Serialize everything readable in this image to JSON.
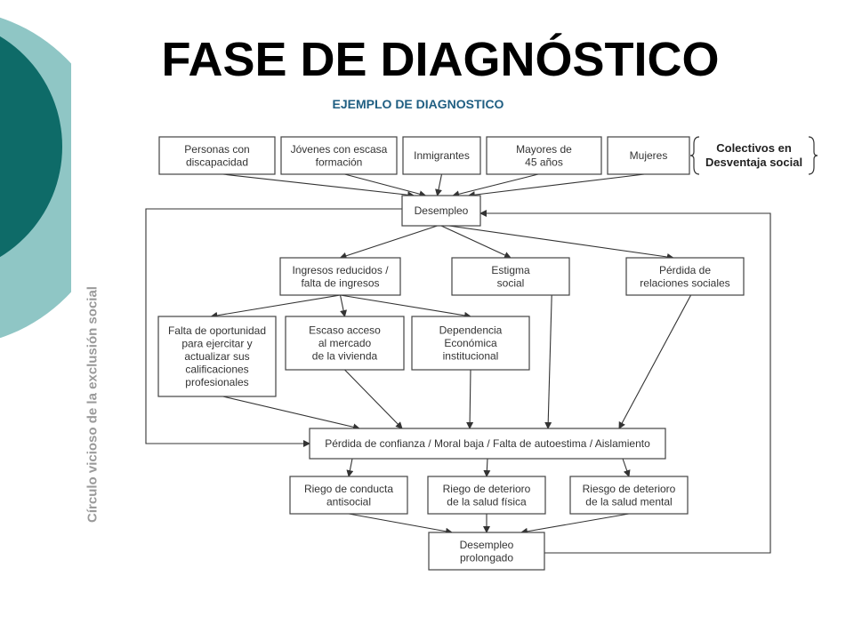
{
  "slide": {
    "title": "FASE DE DIAGNÓSTICO",
    "subtitle": "EJEMPLO  DE DIAGNOSTICO",
    "side_label": "Círculo vicioso de la exclusión social",
    "colors": {
      "teal_dark": "#0e6b68",
      "teal_light": "#8fc6c5",
      "subtitle": "#1f5e82",
      "side_label": "#9a9a9a"
    }
  },
  "diagram": {
    "brace_label": [
      "Colectivos en",
      "Desventaja social"
    ],
    "nodes": [
      {
        "id": "discapacidad",
        "lines": [
          "Personas con",
          "discapacidad"
        ]
      },
      {
        "id": "jovenes",
        "lines": [
          "Jóvenes con escasa",
          "formación"
        ]
      },
      {
        "id": "inmigrantes",
        "lines": [
          "Inmigrantes"
        ]
      },
      {
        "id": "mayores",
        "lines": [
          "Mayores de",
          "45 años"
        ]
      },
      {
        "id": "mujeres",
        "lines": [
          "Mujeres"
        ]
      },
      {
        "id": "desempleo",
        "lines": [
          "Desempleo"
        ]
      },
      {
        "id": "ingresos",
        "lines": [
          "Ingresos reducidos /",
          "falta de ingresos"
        ]
      },
      {
        "id": "estigma",
        "lines": [
          "Estigma",
          "social"
        ]
      },
      {
        "id": "perdida_rel",
        "lines": [
          "Pérdida de",
          "relaciones sociales"
        ]
      },
      {
        "id": "oportunidad",
        "lines": [
          "Falta de oportunidad",
          "para ejercitar y",
          "actualizar sus",
          "calificaciones",
          "profesionales"
        ]
      },
      {
        "id": "vivienda",
        "lines": [
          "Escaso acceso",
          "al mercado",
          "de la vivienda"
        ]
      },
      {
        "id": "dependencia",
        "lines": [
          "Dependencia",
          "Económica",
          "institucional"
        ]
      },
      {
        "id": "confianza",
        "lines": [
          "Pérdida de confianza / Moral baja / Falta de autoestima / Aislamiento"
        ]
      },
      {
        "id": "antisocial",
        "lines": [
          "Riego de conducta",
          "antisocial"
        ]
      },
      {
        "id": "fisica",
        "lines": [
          "Riego de deterioro",
          "de la salud física"
        ]
      },
      {
        "id": "mental",
        "lines": [
          "Riesgo de deterioro",
          "de la salud mental"
        ]
      },
      {
        "id": "prolongado",
        "lines": [
          "Desempleo",
          "prolongado"
        ]
      }
    ],
    "edges": [
      {
        "from": "discapacidad",
        "to": "desempleo"
      },
      {
        "from": "jovenes",
        "to": "desempleo"
      },
      {
        "from": "inmigrantes",
        "to": "desempleo"
      },
      {
        "from": "mayores",
        "to": "desempleo"
      },
      {
        "from": "mujeres",
        "to": "desempleo"
      },
      {
        "from": "desempleo",
        "to": "ingresos"
      },
      {
        "from": "desempleo",
        "to": "estigma"
      },
      {
        "from": "desempleo",
        "to": "perdida_rel"
      },
      {
        "from": "ingresos",
        "to": "oportunidad"
      },
      {
        "from": "ingresos",
        "to": "vivienda"
      },
      {
        "from": "ingresos",
        "to": "dependencia"
      },
      {
        "from": "oportunidad",
        "to": "confianza"
      },
      {
        "from": "vivienda",
        "to": "confianza"
      },
      {
        "from": "dependencia",
        "to": "confianza"
      },
      {
        "from": "estigma",
        "to": "confianza"
      },
      {
        "from": "perdida_rel",
        "to": "confianza"
      },
      {
        "from": "confianza",
        "to": "antisocial"
      },
      {
        "from": "confianza",
        "to": "fisica"
      },
      {
        "from": "confianza",
        "to": "mental"
      },
      {
        "from": "antisocial",
        "to": "prolongado"
      },
      {
        "from": "fisica",
        "to": "prolongado"
      },
      {
        "from": "mental",
        "to": "prolongado"
      },
      {
        "from": "prolongado",
        "to": "desempleo",
        "kind": "loop-right"
      },
      {
        "from": "desempleo",
        "to": "confianza",
        "kind": "loop-left"
      }
    ]
  }
}
